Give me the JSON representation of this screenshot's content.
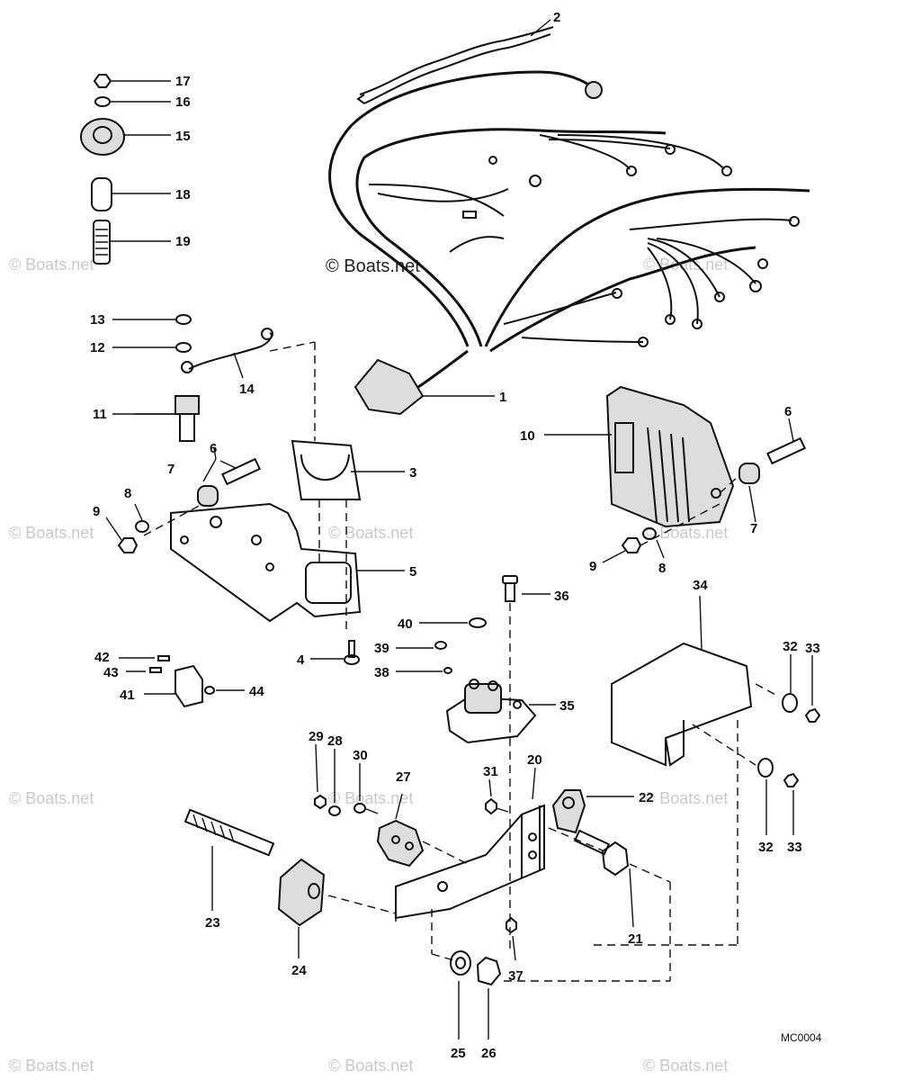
{
  "callouts": [
    {
      "id": "c-2",
      "text": "2"
    },
    {
      "id": "c-17",
      "text": "17"
    },
    {
      "id": "c-16",
      "text": "16"
    },
    {
      "id": "c-15",
      "text": "15"
    },
    {
      "id": "c-18",
      "text": "18"
    },
    {
      "id": "c-19",
      "text": "19"
    },
    {
      "id": "c-13",
      "text": "13"
    },
    {
      "id": "c-12",
      "text": "12"
    },
    {
      "id": "c-14",
      "text": "14"
    },
    {
      "id": "c-11",
      "text": "11"
    },
    {
      "id": "c-1",
      "text": "1"
    },
    {
      "id": "c-10",
      "text": "10"
    },
    {
      "id": "c-6a",
      "text": "6"
    },
    {
      "id": "c-6b",
      "text": "6"
    },
    {
      "id": "c-7a",
      "text": "7"
    },
    {
      "id": "c-7b",
      "text": "7"
    },
    {
      "id": "c-3",
      "text": "3"
    },
    {
      "id": "c-8a",
      "text": "8"
    },
    {
      "id": "c-8b",
      "text": "8"
    },
    {
      "id": "c-9a",
      "text": "9"
    },
    {
      "id": "c-9b",
      "text": "9"
    },
    {
      "id": "c-5",
      "text": "5"
    },
    {
      "id": "c-36",
      "text": "36"
    },
    {
      "id": "c-34",
      "text": "34"
    },
    {
      "id": "c-40",
      "text": "40"
    },
    {
      "id": "c-4",
      "text": "4"
    },
    {
      "id": "c-39",
      "text": "39"
    },
    {
      "id": "c-38",
      "text": "38"
    },
    {
      "id": "c-42",
      "text": "42"
    },
    {
      "id": "c-43",
      "text": "43"
    },
    {
      "id": "c-41",
      "text": "41"
    },
    {
      "id": "c-44",
      "text": "44"
    },
    {
      "id": "c-32a",
      "text": "32"
    },
    {
      "id": "c-33a",
      "text": "33"
    },
    {
      "id": "c-35",
      "text": "35"
    },
    {
      "id": "c-29",
      "text": "29"
    },
    {
      "id": "c-28",
      "text": "28"
    },
    {
      "id": "c-30",
      "text": "30"
    },
    {
      "id": "c-27",
      "text": "27"
    },
    {
      "id": "c-31",
      "text": "31"
    },
    {
      "id": "c-20",
      "text": "20"
    },
    {
      "id": "c-22",
      "text": "22"
    },
    {
      "id": "c-32b",
      "text": "32"
    },
    {
      "id": "c-33b",
      "text": "33"
    },
    {
      "id": "c-23",
      "text": "23"
    },
    {
      "id": "c-21",
      "text": "21"
    },
    {
      "id": "c-24",
      "text": "24"
    },
    {
      "id": "c-37",
      "text": "37"
    },
    {
      "id": "c-25",
      "text": "25"
    },
    {
      "id": "c-26",
      "text": "26"
    }
  ],
  "watermark_text": "© Boats.net",
  "drawing_code": "MC0004"
}
